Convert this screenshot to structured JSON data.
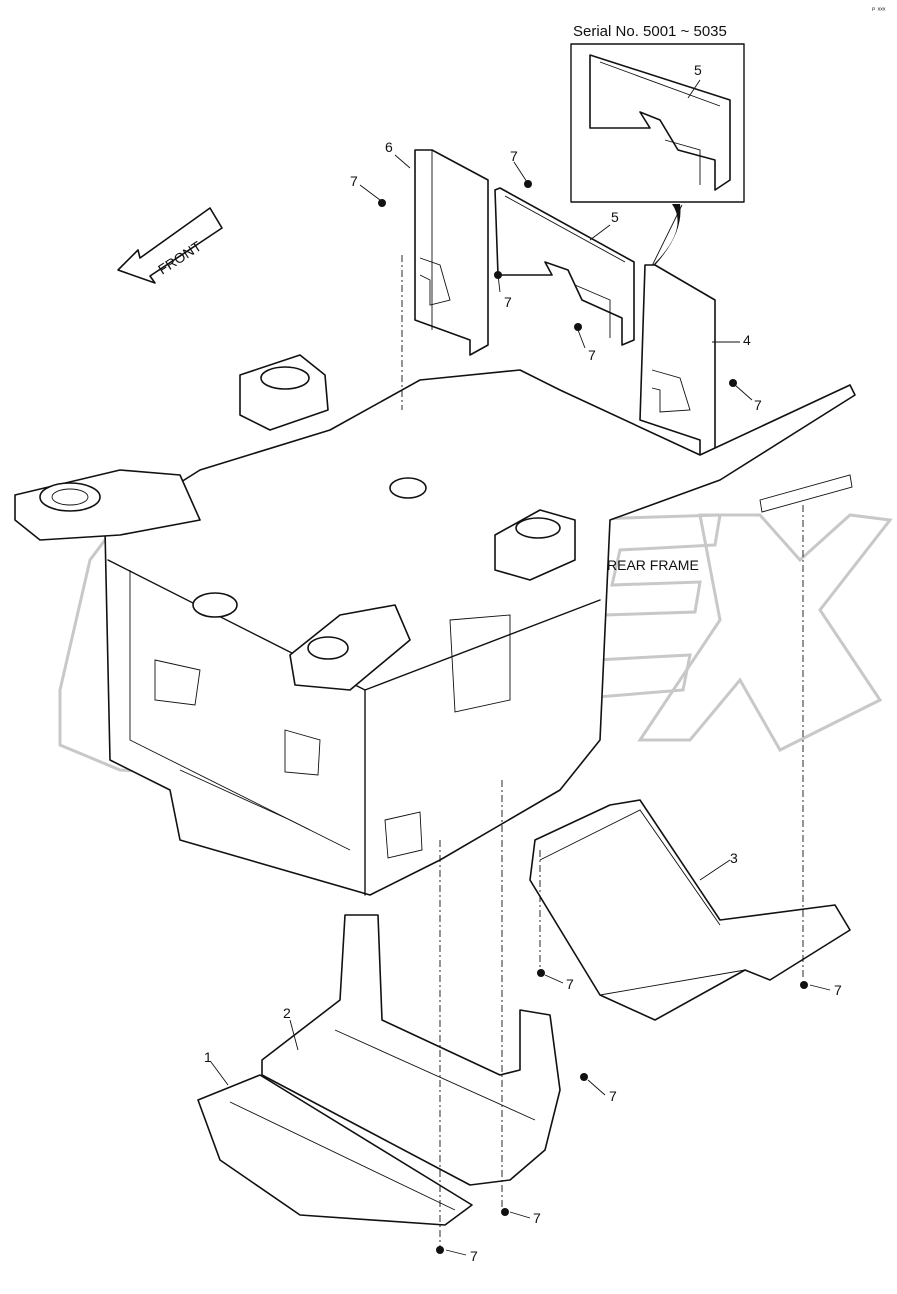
{
  "labels": {
    "serial": "Serial No. 5001 ~ 5035",
    "front": "FRONT",
    "rear_frame": "REAR FRAME",
    "corner_mark": "ₚ ₓₓₓ"
  },
  "watermark": "OPEX",
  "callouts": {
    "c5_inset": "5",
    "c6": "6",
    "c7_a": "7",
    "c7_b": "7",
    "c5": "5",
    "c7_c": "7",
    "c7_d": "7",
    "c4": "4",
    "c7_e": "7",
    "c3": "3",
    "c7_f": "7",
    "c7_g": "7",
    "c2": "2",
    "c1": "1",
    "c7_h": "7",
    "c7_i": "7",
    "c7_j": "7"
  },
  "colors": {
    "line": "#111111",
    "watermark": "#c8c8c8",
    "background": "#ffffff"
  }
}
